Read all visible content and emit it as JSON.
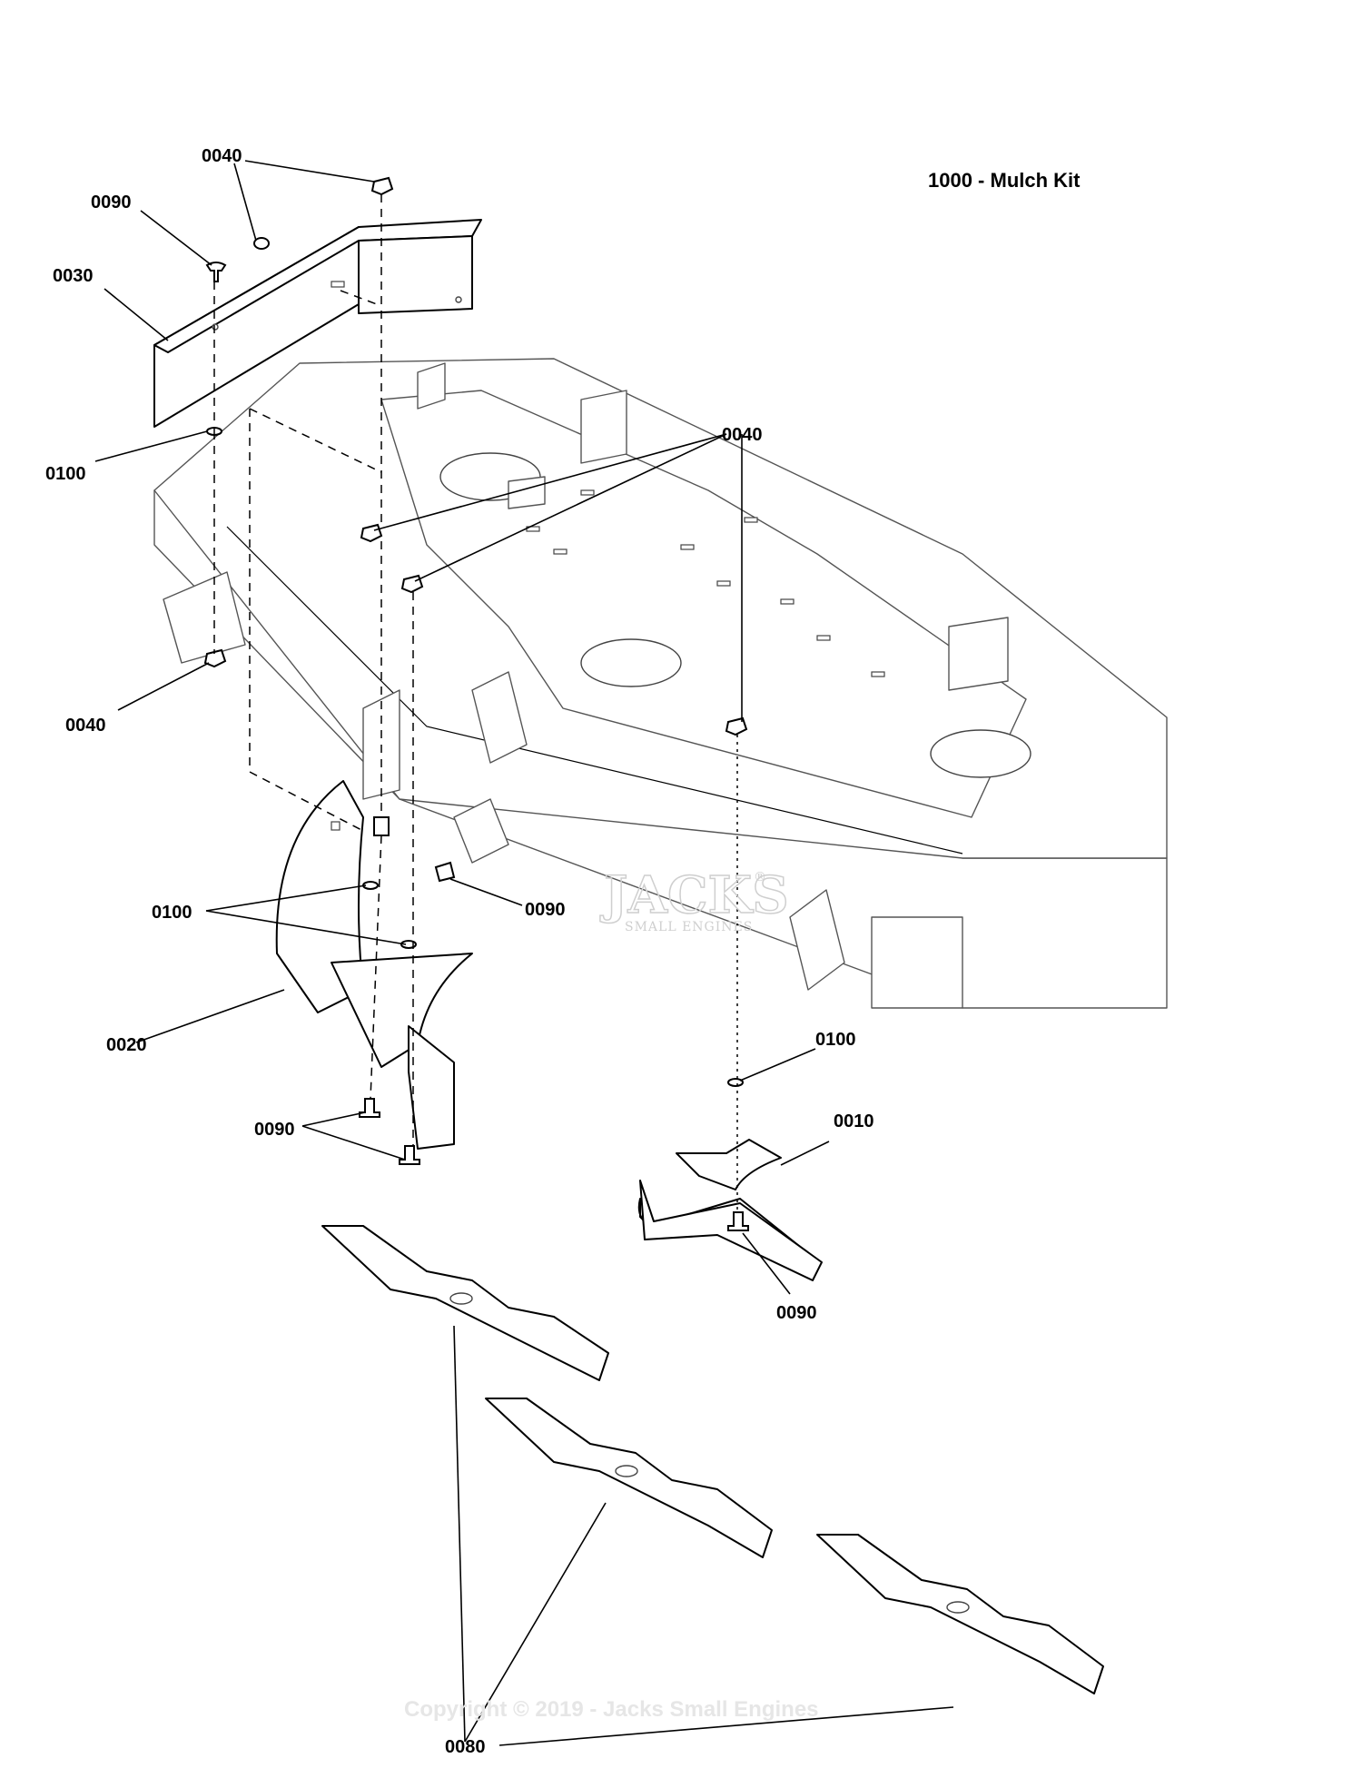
{
  "diagram": {
    "title": "1000 - Mulch Kit",
    "callouts": {
      "c0040_top": "0040",
      "c0090_top": "0090",
      "c0030": "0030",
      "c0100_left": "0100",
      "c0040_mid": "0040",
      "c0040_left": "0040",
      "c0100_chute": "0100",
      "c0090_chute": "0090",
      "c0020": "0020",
      "c0090_lower": "0090",
      "c0100_right": "0100",
      "c0010": "0010",
      "c0090_right": "0090",
      "c0080": "0080"
    },
    "watermark": {
      "logo": "JACKS",
      "registered": "®",
      "logo_sub": "SMALL ENGINES",
      "copyright": "Copyright © 2019 - Jacks Small Engines"
    }
  }
}
